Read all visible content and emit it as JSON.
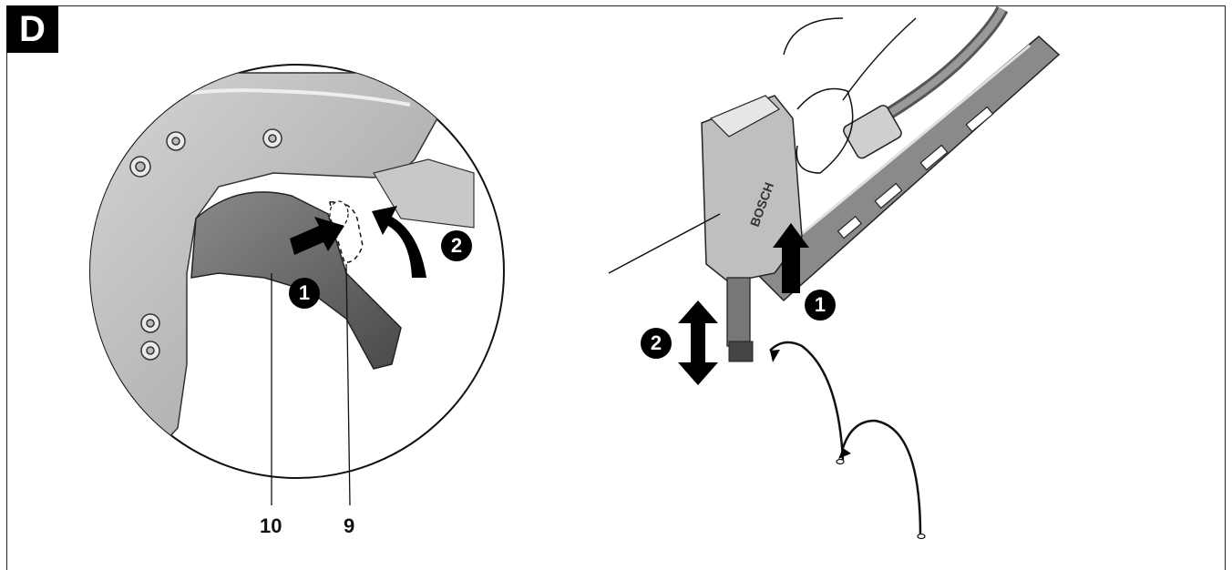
{
  "figure": {
    "label": "D"
  },
  "detail_view": {
    "callouts": {
      "trigger": "10",
      "lock": "9"
    },
    "steps": {
      "press_lock": "1",
      "pull_trigger": "2"
    }
  },
  "tool_view": {
    "brand_text": "BOSCH",
    "steps": {
      "lift": "1",
      "bump": "2"
    }
  },
  "colors": {
    "ink": "#111111",
    "tool_grey": "#bfbfbf",
    "tool_dark": "#555555"
  }
}
